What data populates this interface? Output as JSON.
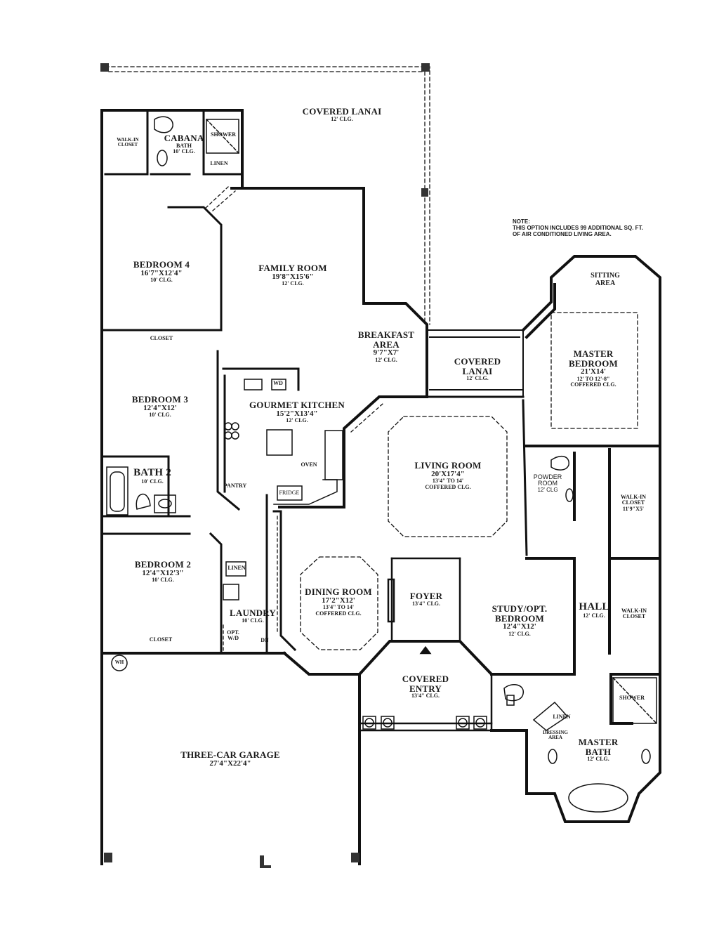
{
  "note": {
    "heading": "NOTE:",
    "line1": "THIS OPTION INCLUDES 99 ADDITIONAL SQ. FT.",
    "line2": "OF AIR CONDITIONED LIVING AREA."
  },
  "rooms": {
    "covered_lanai_rear": {
      "name": "COVERED LANAI",
      "clg": "12' CLG."
    },
    "walk_in_closet_cabana": {
      "name": "WALK-IN CLOSET"
    },
    "cabana_bath": {
      "name": "CABANA",
      "name2": "BATH",
      "clg": "10' CLG."
    },
    "shower_cabana": {
      "name": "SHOWER"
    },
    "linen_cabana": {
      "name": "LINEN"
    },
    "bedroom4": {
      "name": "BEDROOM 4",
      "dim": "16'7\"X12'4\"",
      "clg": "10' CLG."
    },
    "family_room": {
      "name": "FAMILY ROOM",
      "dim": "19'8\"X15'6\"",
      "clg": "12' CLG."
    },
    "breakfast": {
      "name": "BREAKFAST",
      "name2": "AREA",
      "dim": "9'7\"X7'",
      "clg": "12' CLG."
    },
    "closet_b3": {
      "name": "CLOSET"
    },
    "bedroom3": {
      "name": "BEDROOM 3",
      "dim": "12'4\"X12'",
      "clg": "10' CLG."
    },
    "kitchen": {
      "name": "GOURMET KITCHEN",
      "dim": "15'2\"X13'4\"",
      "clg": "12' CLG."
    },
    "wd_kitchen": {
      "name": "WD"
    },
    "oven": {
      "name": "OVEN"
    },
    "pantry": {
      "name": "PANTRY"
    },
    "fridge": {
      "name": "FRIDGE"
    },
    "bath2": {
      "name": "BATH 2",
      "clg": "10' CLG."
    },
    "covered_lanai_side": {
      "name": "COVERED",
      "name2": "LANAI",
      "clg": "12' CLG."
    },
    "sitting": {
      "name": "SITTING",
      "name2": "AREA"
    },
    "master_bedroom": {
      "name": "MASTER",
      "name2": "BEDROOM",
      "dim": "21'X14'",
      "clg": "12' TO 12'-8\"",
      "clg2": "COFFERED CLG."
    },
    "living_room": {
      "name": "LIVING ROOM",
      "dim": "20'X17'4\"",
      "clg": "13'4\" TO 14'",
      "clg2": "COFFERED CLG."
    },
    "powder_room": {
      "name": "POWDER",
      "name2": "ROOM",
      "clg": "12' CLG"
    },
    "walk_in_closet_1": {
      "name": "WALK-IN",
      "name2": "CLOSET",
      "dim": "11'9\"X5'"
    },
    "walk_in_closet_2": {
      "name": "WALK-IN",
      "name2": "CLOSET"
    },
    "bedroom2": {
      "name": "BEDROOM 2",
      "dim": "12'4\"X12'3\"",
      "clg": "10' CLG."
    },
    "closet_b2": {
      "name": "CLOSET"
    },
    "linen_hall": {
      "name": "LINEN"
    },
    "laundry": {
      "name": "LAUNDRY",
      "clg": "10' CLG."
    },
    "opt_wd": {
      "name": "OPT.",
      "name2": "W/D"
    },
    "dn": {
      "name": "DN"
    },
    "dining_room": {
      "name": "DINING ROOM",
      "dim": "17'2\"X12'",
      "clg": "13'4\" TO 14'",
      "clg2": "COFFERED CLG."
    },
    "foyer": {
      "name": "FOYER",
      "clg": "13'4\" CLG."
    },
    "study": {
      "name": "STUDY/OPT.",
      "name2": "BEDROOM",
      "dim": "12'4\"X12'",
      "clg": "12' CLG."
    },
    "hall": {
      "name": "HALL",
      "clg": "12' CLG."
    },
    "covered_entry": {
      "name": "COVERED",
      "name2": "ENTRY",
      "clg": "13'4\" CLG."
    },
    "linen_master": {
      "name": "LINEN"
    },
    "shower_master": {
      "name": "SHOWER"
    },
    "dressing": {
      "name": "DRESSING",
      "name2": "AREA"
    },
    "master_bath": {
      "name": "MASTER",
      "name2": "BATH",
      "clg": "12' CLG."
    },
    "garage": {
      "name": "THREE-CAR GARAGE",
      "dim": "27'4\"X22'4\""
    },
    "water_heater": {
      "name": "WH"
    }
  }
}
